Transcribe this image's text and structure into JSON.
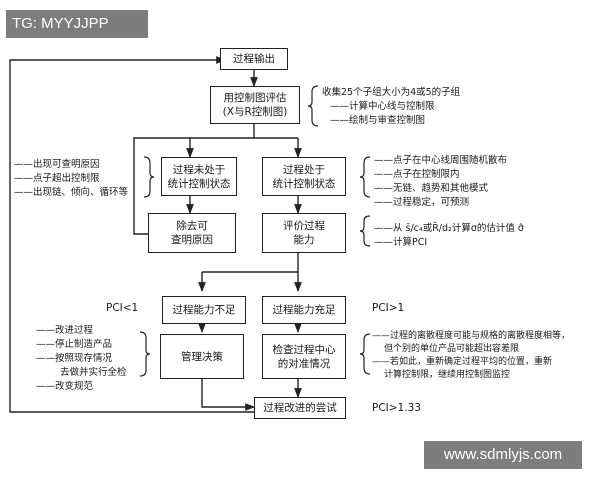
{
  "overlay": {
    "tag": "TG: MYYJJPP",
    "watermark": "www.sdmlyjs.com"
  },
  "flowchart": {
    "nodes": {
      "output": "过程输出",
      "chart_eval": [
        "用控制图评估",
        "(X与R控制图)"
      ],
      "not_in_control": [
        "过程未处于",
        "统计控制状态"
      ],
      "in_control": [
        "过程处于",
        "统计控制状态"
      ],
      "remove_causes": [
        "除去可",
        "查明原因"
      ],
      "evaluate_capability": [
        "评价过程",
        "能力"
      ],
      "insufficient": "过程能力不足",
      "sufficient": "过程能力充足",
      "mgmt_decision": "管理决策",
      "check_center": [
        "检查过程中心",
        "的对准情况"
      ],
      "improvement": "过程改进的尝试"
    },
    "labels": {
      "pci_lt_1": "PCI<1",
      "pci_gt_1": "PCI>1",
      "pci_gt_133": "PCI>1.33"
    },
    "notes": {
      "chart_eval": [
        "收集25个子组大小为4或5的子组",
        "——计算中心线与控制限",
        "——绘制与审查控制图"
      ],
      "not_in_control": [
        "——出现可查明原因",
        "——点子超出控制限",
        "——出现链、倾向、循环等"
      ],
      "in_control": [
        "——点子在中心线周围随机散布",
        "——点子在控制限内",
        "——无链、趋势和其他模式",
        "——过程稳定，可预测"
      ],
      "evaluate_capability": [
        "——从 s̄/c₄或R̄/d₂计算σ的估计值 σ̂",
        "——计算PCI"
      ],
      "mgmt_decision": [
        "——改进过程",
        "——停止制造产品",
        "——按照现存情况",
        "去做并实行全检",
        "——改变规范"
      ],
      "check_center": [
        "——过程的离散程度可能与规格的离散程度相等，",
        "但个别的单位产品可能超出容差限",
        "——若如此，重新确定过程平均的位置，重新",
        "计算控制限，继续用控制图监控"
      ]
    }
  }
}
